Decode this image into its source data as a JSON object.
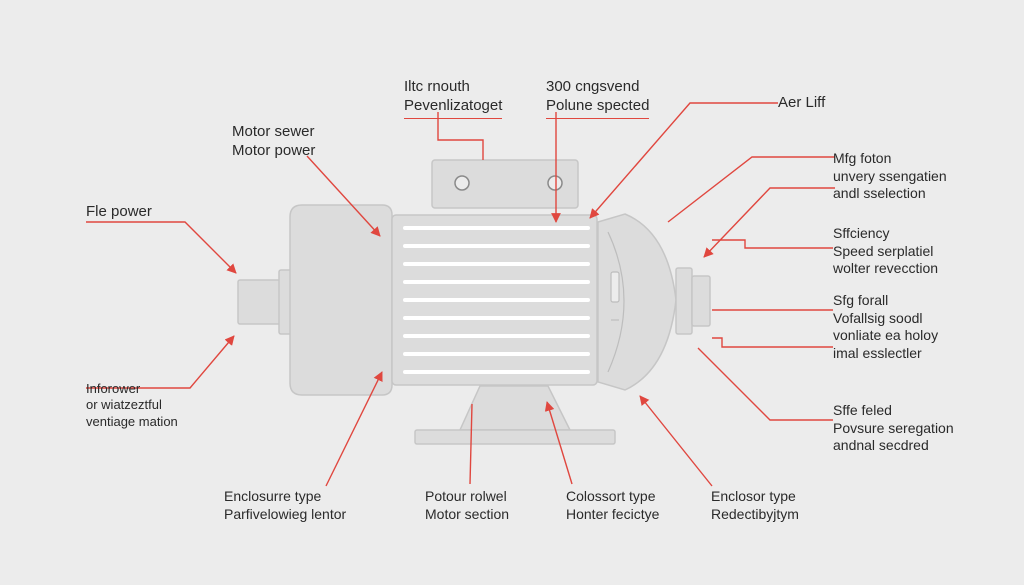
{
  "colors": {
    "background": "#ececec",
    "leader_line": "#e0473f",
    "motor_fill": "#dcdcdc",
    "motor_stroke": "#c4c4c4",
    "text": "#2a2a2a"
  },
  "labels": {
    "top_left": {
      "line1": "Iltc rnouth",
      "line2": "Pevenlizatoget"
    },
    "top_center": {
      "line1": "300 cngsvend",
      "line2": "Polune spected"
    },
    "top_right": {
      "line1": "Aer Liff"
    },
    "motor_power": {
      "line1": "Motor sewer",
      "line2": "Motor power"
    },
    "fle_power": {
      "line1": "Fle power"
    },
    "inforower": {
      "line1": "Inforower",
      "line2": "or wiatzeztful",
      "line3": "ventiage mation"
    },
    "mfg_foton": {
      "line1": "Mfg foton",
      "line2": "unvery ssengatien",
      "line3": "andl sselection"
    },
    "sffciency": {
      "line1": "Sffciency",
      "line2": "Speed serplatiel",
      "line3": "wolter revecction"
    },
    "sfg_forall": {
      "line1": "Sfg forall",
      "line2": "Vofallsig soodl",
      "line3": "vonliate ea holoy",
      "line4": "imal esslectler"
    },
    "sffe_feled": {
      "line1": "Sffe feled",
      "line2": "Povsure seregation",
      "line3": "andnal secdred"
    },
    "enclosurre_type": {
      "line1": "Enclosurre type",
      "line2": "Parfivelowieg lentor"
    },
    "potour_rolwel": {
      "line1": "Potour rolwel",
      "line2": "Motor section"
    },
    "colossort_type": {
      "line1": "Colossort type",
      "line2": "Honter fecictye"
    },
    "enclosor_type": {
      "line1": "Enclosor type",
      "line2": "Redectibyjtym"
    }
  }
}
